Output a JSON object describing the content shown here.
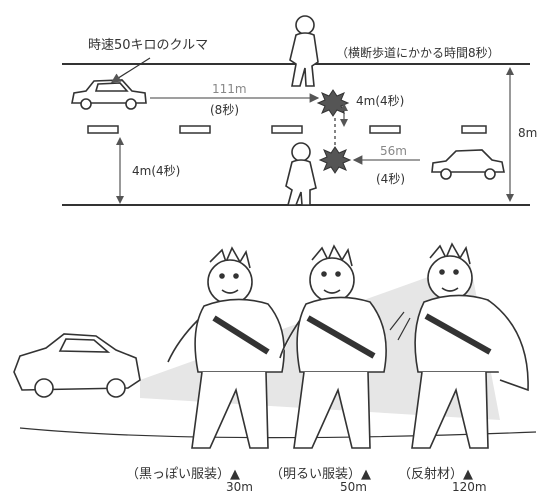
{
  "road_diagram": {
    "car_label": "時速50キロのクルマ",
    "crossing_note": "（横断歩道にかかる時間8秒）",
    "far_distance": "111m",
    "far_time": "(8秒)",
    "gap_far": "4m(4秒)",
    "near_distance": "56m",
    "near_time": "(4秒)",
    "gap_near": "4m(4秒)",
    "road_width": "8m"
  },
  "visibility": {
    "items": [
      {
        "label": "（黒っぽい服装）▲",
        "distance": "30m"
      },
      {
        "label": "（明るい服装）▲",
        "distance": "50m"
      },
      {
        "label": "（反射材）▲",
        "distance": "120m"
      }
    ]
  }
}
